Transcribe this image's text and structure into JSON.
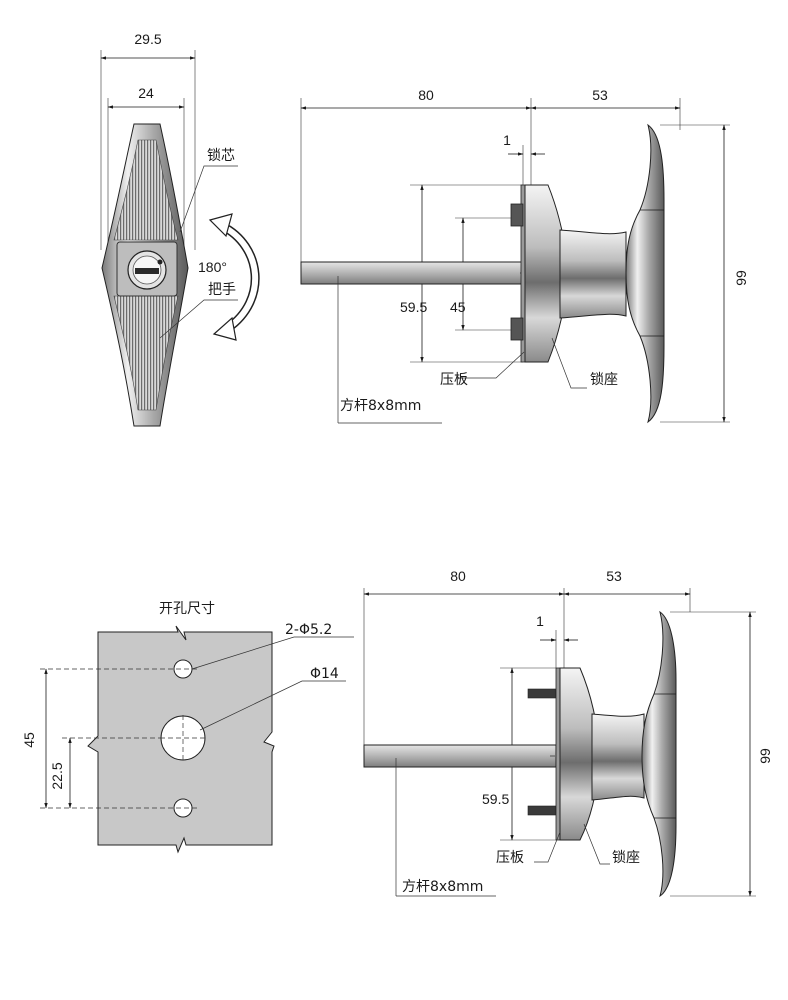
{
  "front_view": {
    "dim_width_outer": "29.5",
    "dim_width_inner": "24",
    "label_lock_core": "锁芯",
    "label_rotation": "180°",
    "label_handle": "把手"
  },
  "side_view_top": {
    "dim_shaft_length": "80",
    "dim_handle_depth": "53",
    "dim_plate_gap": "1",
    "dim_plate_height": "59.5",
    "dim_bolt_spacing": "45",
    "dim_handle_height": "99",
    "label_pressure_plate": "压板",
    "label_lock_base": "锁座",
    "label_square_shaft": "方杆8x8mm"
  },
  "cutout": {
    "title": "开孔尺寸",
    "label_small_holes": "2-Φ5.2",
    "label_center_hole": "Φ14",
    "dim_hole_spacing": "45",
    "dim_center_offset": "22.5"
  },
  "side_view_bottom": {
    "dim_shaft_length": "80",
    "dim_handle_depth": "53",
    "dim_plate_gap": "1",
    "dim_plate_height": "59.5",
    "dim_handle_height": "99",
    "label_pressure_plate": "压板",
    "label_lock_base": "锁座",
    "label_square_shaft": "方杆8x8mm"
  }
}
